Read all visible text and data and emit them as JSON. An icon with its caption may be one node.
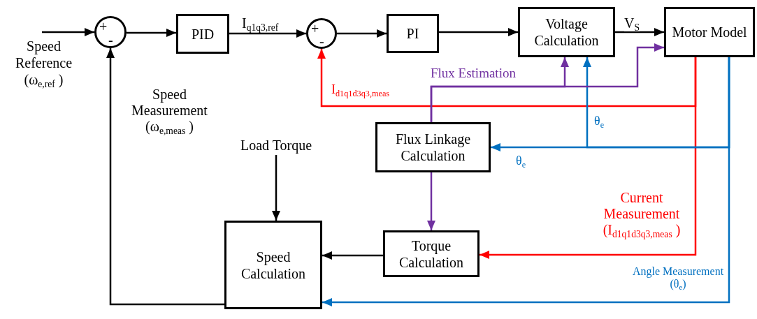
{
  "diagram": {
    "nodes": [
      {
        "text": [
          "Speed Reference (ω$_{e,ref}$ )"
        ]
      },
      {
        "text": [
          "+",
          "-"
        ]
      },
      {
        "text": [
          "PID"
        ]
      },
      {
        "text": [
          "+",
          "-"
        ]
      },
      {
        "text": [
          "PI"
        ]
      },
      {
        "text": [
          "Voltage Calculation"
        ]
      },
      {
        "text": [
          "Motor Model"
        ]
      },
      {
        "text": [
          "Flux Linkage Calculation"
        ]
      },
      {
        "text": [
          "Torque Calculation"
        ]
      },
      {
        "text": [
          "Speed Calculation"
        ]
      },
      {
        "text": [
          "Load Torque"
        ]
      }
    ],
    "edges": [
      {
        "from": 0,
        "to": 1,
        "arrow": "to"
      },
      {
        "from": 1,
        "to": 2,
        "arrow": "to"
      },
      {
        "from": 2,
        "to": 3,
        "arrow": "to",
        "label": "I$_{q1q3,ref}$"
      },
      {
        "from": 3,
        "to": 4,
        "arrow": "to"
      },
      {
        "from": 4,
        "to": 5,
        "arrow": "to"
      },
      {
        "from": 5,
        "to": 6,
        "arrow": "to",
        "label": "V$_{S}$"
      },
      {
        "from": 6,
        "to": 3,
        "arrow": "to",
        "label": "I$_{d1q1d3q3,meas}$",
        "color": "#ff0000"
      },
      {
        "from": 6,
        "to": 8,
        "arrow": "to",
        "label": "Current Measurement (I$_{d1q1d3q3,meas}$ )",
        "color": "#ff0000"
      },
      {
        "from": 6,
        "to": 7,
        "arrow": "to",
        "label": "θ$_{e}$",
        "color": "#0070c0"
      },
      {
        "from": 6,
        "to": 5,
        "arrow": "to",
        "label": "θ$_{e}$",
        "color": "#0070c0"
      },
      {
        "from": 6,
        "to": 9,
        "arrow": "to",
        "label": "Angle Measurement (θ$_{e}$)",
        "color": "#0070c0"
      },
      {
        "from": 7,
        "to": 5,
        "arrow": "to",
        "label": "Flux Estimation",
        "color": "#7030a0"
      },
      {
        "from": 7,
        "to": 6,
        "arrow": "to",
        "color": "#7030a0"
      },
      {
        "from": 7,
        "to": 8,
        "arrow": "to",
        "color": "#7030a0"
      },
      {
        "from": 8,
        "to": 9,
        "arrow": "to"
      },
      {
        "from": 9,
        "to": 1,
        "arrow": "to",
        "label": "Speed Measurement (ω$_{e,meas}$ )"
      },
      {
        "from": 10,
        "to": 9,
        "arrow": "to"
      }
    ]
  }
}
